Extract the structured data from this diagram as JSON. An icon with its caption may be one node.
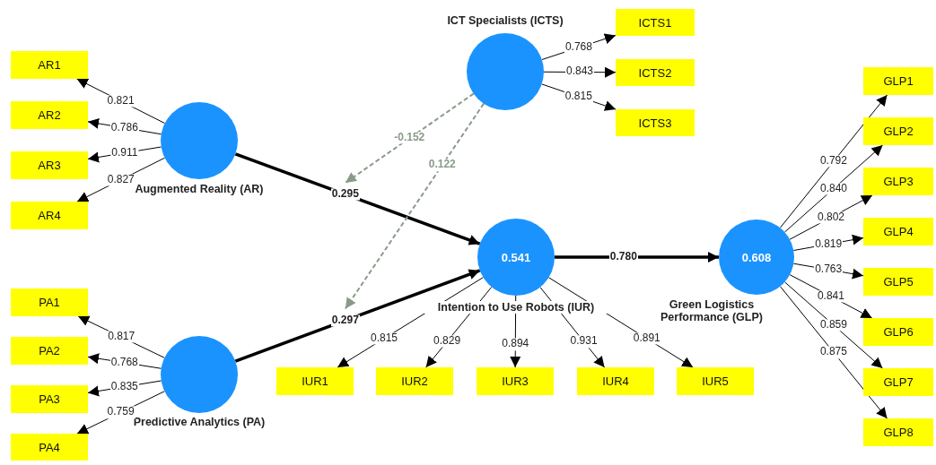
{
  "diagram": {
    "nodes": [
      {
        "text": [
          "Augmented Reality (AR)"
        ]
      },
      {
        "text": [
          "AR1"
        ]
      },
      {
        "text": [
          "AR2"
        ]
      },
      {
        "text": [
          "AR3"
        ]
      },
      {
        "text": [
          "AR4"
        ]
      },
      {
        "text": [
          "ICT Specialists (ICTS)"
        ]
      },
      {
        "text": [
          "ICTS1"
        ]
      },
      {
        "text": [
          "ICTS2"
        ]
      },
      {
        "text": [
          "ICTS3"
        ]
      },
      {
        "text": [
          "Predictive Analytics (PA)"
        ]
      },
      {
        "text": [
          "PA1"
        ]
      },
      {
        "text": [
          "PA2"
        ]
      },
      {
        "text": [
          "PA3"
        ]
      },
      {
        "text": [
          "PA4"
        ]
      },
      {
        "text": [
          "0.541",
          "Intention to Use Robots (IUR)"
        ]
      },
      {
        "text": [
          "IUR1"
        ]
      },
      {
        "text": [
          "IUR2"
        ]
      },
      {
        "text": [
          "IUR3"
        ]
      },
      {
        "text": [
          "IUR4"
        ]
      },
      {
        "text": [
          "IUR5"
        ]
      },
      {
        "text": [
          "0.608",
          "Green Logistics Performance (GLP)"
        ]
      },
      {
        "text": [
          "GLP1"
        ]
      },
      {
        "text": [
          "GLP2"
        ]
      },
      {
        "text": [
          "GLP3"
        ]
      },
      {
        "text": [
          "GLP4"
        ]
      },
      {
        "text": [
          "GLP5"
        ]
      },
      {
        "text": [
          "GLP6"
        ]
      },
      {
        "text": [
          "GLP7"
        ]
      },
      {
        "text": [
          "GLP8"
        ]
      }
    ],
    "edges": [
      {
        "from": 0,
        "to": 1,
        "arrow": "to",
        "label": "0.821"
      },
      {
        "from": 0,
        "to": 2,
        "arrow": "to",
        "label": "0.786"
      },
      {
        "from": 0,
        "to": 3,
        "arrow": "to",
        "label": "0.911"
      },
      {
        "from": 0,
        "to": 4,
        "arrow": "to",
        "label": "0.827"
      },
      {
        "from": 5,
        "to": 6,
        "arrow": "to",
        "label": "0.768"
      },
      {
        "from": 5,
        "to": 7,
        "arrow": "to",
        "label": "0.843"
      },
      {
        "from": 5,
        "to": 8,
        "arrow": "to",
        "label": "0.815"
      },
      {
        "from": 9,
        "to": 10,
        "arrow": "to",
        "label": "0.817"
      },
      {
        "from": 9,
        "to": 11,
        "arrow": "to",
        "label": "0.768"
      },
      {
        "from": 9,
        "to": 12,
        "arrow": "to",
        "label": "0.835"
      },
      {
        "from": 9,
        "to": 13,
        "arrow": "to",
        "label": "0.759"
      },
      {
        "from": 14,
        "to": 15,
        "arrow": "to",
        "label": "0.815"
      },
      {
        "from": 14,
        "to": 16,
        "arrow": "to",
        "label": "0.829"
      },
      {
        "from": 14,
        "to": 17,
        "arrow": "to",
        "label": "0.894"
      },
      {
        "from": 14,
        "to": 18,
        "arrow": "to",
        "label": "0.931"
      },
      {
        "from": 14,
        "to": 19,
        "arrow": "to",
        "label": "0.891"
      },
      {
        "from": 20,
        "to": 21,
        "arrow": "to",
        "label": "0.792"
      },
      {
        "from": 20,
        "to": 22,
        "arrow": "to",
        "label": "0.840"
      },
      {
        "from": 20,
        "to": 23,
        "arrow": "to",
        "label": "0.802"
      },
      {
        "from": 20,
        "to": 24,
        "arrow": "to",
        "label": "0.819"
      },
      {
        "from": 20,
        "to": 25,
        "arrow": "to",
        "label": "0.763"
      },
      {
        "from": 20,
        "to": 26,
        "arrow": "to",
        "label": "0.841"
      },
      {
        "from": 20,
        "to": 27,
        "arrow": "to",
        "label": "0.859"
      },
      {
        "from": 20,
        "to": 28,
        "arrow": "to",
        "label": "0.875"
      },
      {
        "from": 0,
        "to": 14,
        "arrow": "to",
        "label": "0.295",
        "style": "thick"
      },
      {
        "from": 9,
        "to": 14,
        "arrow": "to",
        "label": "0.297",
        "style": "thick"
      },
      {
        "from": 14,
        "to": 20,
        "arrow": "to",
        "label": "0.780",
        "style": "thick"
      },
      {
        "from": 5,
        "to": null,
        "arrow": "to",
        "label": "-0.152",
        "style": "dashed",
        "color": "#8a9a8a"
      },
      {
        "from": 5,
        "to": null,
        "arrow": "to",
        "label": "0.122",
        "style": "dashed",
        "color": "#8a9a8a"
      }
    ]
  }
}
